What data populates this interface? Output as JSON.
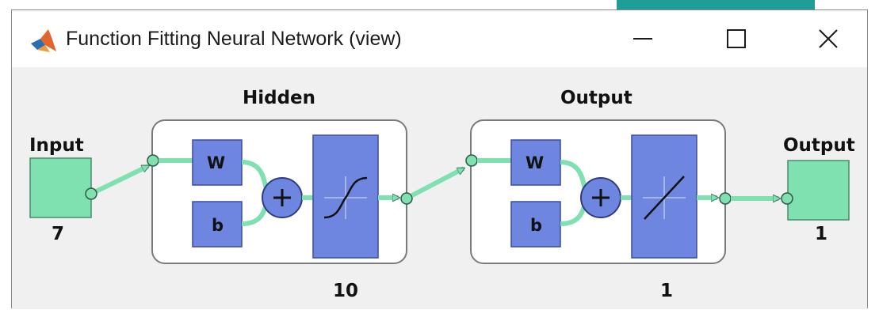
{
  "window": {
    "title": "Function Fitting Neural Network (view)",
    "app_icon": "matlab-icon",
    "buttons": [
      {
        "name": "minimize-button",
        "icon": "minimize-icon"
      },
      {
        "name": "maximize-button",
        "icon": "maximize-icon"
      },
      {
        "name": "close-button",
        "icon": "close-icon"
      }
    ]
  },
  "network": {
    "input": {
      "label": "Input",
      "size": "7"
    },
    "hidden": {
      "label": "Hidden",
      "weight_label": "W",
      "bias_label": "b",
      "size": "10",
      "transfer": "tansig-icon"
    },
    "output_layer": {
      "label": "Output",
      "weight_label": "W",
      "bias_label": "b",
      "size": "1",
      "transfer": "purelin-icon"
    },
    "output": {
      "label": "Output",
      "size": "1"
    }
  },
  "colors": {
    "teal_accent": "#1e9e96",
    "node_green": "#7fe0b0",
    "block_blue": "#6f86e0",
    "layer_border": "#7a7a7a"
  }
}
